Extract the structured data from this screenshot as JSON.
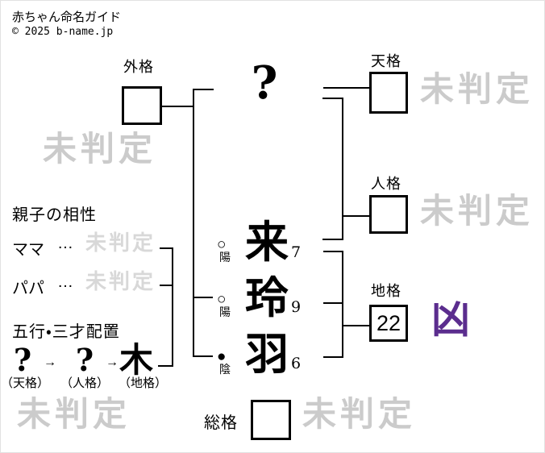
{
  "header": {
    "title": "赤ちゃん命名ガイド",
    "copyright": "© 2025 b-name.jp"
  },
  "colors": {
    "line": "#000000",
    "watermark": "#cbcbcb",
    "watermark_light": "#d8d8d8",
    "bad_luck_purple": "#5b2d8e"
  },
  "kaku": {
    "gaikaku": {
      "label": "外格",
      "value": "",
      "result": "未判定"
    },
    "tenkaku": {
      "label": "天格",
      "value": "",
      "result": "未判定"
    },
    "jinkaku": {
      "label": "人格",
      "value": "",
      "result": "未判定"
    },
    "chikaku": {
      "label": "地格",
      "value": "22",
      "result": "凶"
    },
    "soukaku": {
      "label": "総格",
      "value": "",
      "result": "未判定"
    }
  },
  "surname_placeholder": "?",
  "name_chars": [
    {
      "char": "来",
      "strokes": "7",
      "marker": "○",
      "polarity": "陽"
    },
    {
      "char": "玲",
      "strokes": "9",
      "marker": "○",
      "polarity": "陽"
    },
    {
      "char": "羽",
      "strokes": "6",
      "marker": "●",
      "polarity": "陰"
    }
  ],
  "compatibility": {
    "heading": "親子の相性",
    "rows": [
      {
        "label": "ママ",
        "dots": "…",
        "result": "未判定"
      },
      {
        "label": "パパ",
        "dots": "…",
        "result": "未判定"
      }
    ]
  },
  "gogyou": {
    "heading": "五行・三才配置",
    "arrow": "→",
    "items": [
      {
        "element": "?",
        "label": "（天格）"
      },
      {
        "element": "?",
        "label": "（人格）"
      },
      {
        "element": "木",
        "label": "（地格）"
      }
    ]
  },
  "watermark_bottom_left": "未判定"
}
